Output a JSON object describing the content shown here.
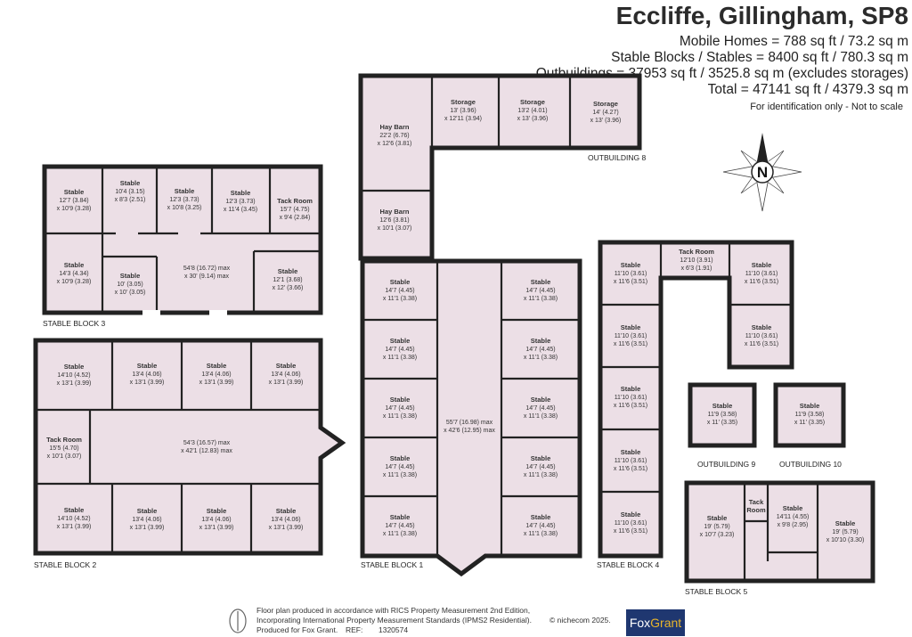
{
  "header": {
    "title": "Eccliffe, Gillingham, SP8",
    "line1": "Mobile Homes = 788 sq ft / 73.2 sq m",
    "line2": "Stable Blocks / Stables = 8400 sq ft / 780.3 sq m",
    "line3": "Outbuildings = 37953 sq ft / 3525.8 sq m (excludes storages)",
    "line4": "Total = 47141 sq ft / 4379.3 sq m",
    "note": "For identification only - Not to scale"
  },
  "compass": {
    "letter": "N"
  },
  "blocks": {
    "sb3": "STABLE BLOCK 3",
    "sb2": "STABLE BLOCK 2",
    "sb1": "STABLE BLOCK 1",
    "sb4": "STABLE BLOCK 4",
    "sb5": "STABLE BLOCK 5",
    "ob8": "OUTBUILDING 8",
    "ob9": "OUTBUILDING 9",
    "ob10": "OUTBUILDING 10"
  },
  "rooms": {
    "sb3": [
      {
        "n": "Stable",
        "d1": "12'7 (3.84)",
        "d2": "x 10'9 (3.28)"
      },
      {
        "n": "Stable",
        "d1": "10'4 (3.15)",
        "d2": "x 8'3 (2.51)"
      },
      {
        "n": "Stable",
        "d1": "12'3 (3.73)",
        "d2": "x 10'8 (3.25)"
      },
      {
        "n": "Stable",
        "d1": "12'3 (3.73)",
        "d2": "x 11'4 (3.45)"
      },
      {
        "n": "Tack Room",
        "d1": "15'7 (4.75)",
        "d2": "x 9'4 (2.84)"
      },
      {
        "n": "Stable",
        "d1": "14'3 (4.34)",
        "d2": "x 10'9 (3.28)"
      },
      {
        "n": "Stable",
        "d1": "10' (3.05)",
        "d2": "x 10' (3.05)"
      },
      {
        "n": "",
        "d1": "54'8 (16.72) max",
        "d2": "x 30' (9.14) max"
      },
      {
        "n": "Stable",
        "d1": "12'1 (3.68)",
        "d2": "x 12' (3.66)"
      }
    ],
    "sb2": [
      {
        "n": "Stable",
        "d1": "14'10 (4.52)",
        "d2": "x 13'1 (3.99)"
      },
      {
        "n": "Stable",
        "d1": "13'4 (4.06)",
        "d2": "x 13'1 (3.99)"
      },
      {
        "n": "Stable",
        "d1": "13'4 (4.06)",
        "d2": "x 13'1 (3.99)"
      },
      {
        "n": "Stable",
        "d1": "13'4 (4.06)",
        "d2": "x 13'1 (3.99)"
      },
      {
        "n": "Tack Room",
        "d1": "15'5 (4.70)",
        "d2": "x 10'1 (3.07)"
      },
      {
        "n": "",
        "d1": "54'3 (16.57) max",
        "d2": "x 42'1 (12.83) max"
      },
      {
        "n": "Stable",
        "d1": "14'10 (4.52)",
        "d2": "x 13'1 (3.99)"
      },
      {
        "n": "Stable",
        "d1": "13'4 (4.06)",
        "d2": "x 13'1 (3.99)"
      },
      {
        "n": "Stable",
        "d1": "13'4 (4.06)",
        "d2": "x 13'1 (3.99)"
      },
      {
        "n": "Stable",
        "d1": "13'4 (4.06)",
        "d2": "x 13'1 (3.99)"
      }
    ],
    "sb1": [
      {
        "n": "Stable",
        "d1": "14'7 (4.45)",
        "d2": "x 11'1 (3.38)"
      },
      {
        "n": "",
        "d1": "55'7 (16.98) max",
        "d2": "x 42'6 (12.95) max"
      }
    ],
    "ob8": [
      {
        "n": "Hay Barn",
        "d1": "22'2 (6.76)",
        "d2": "x 12'6 (3.81)"
      },
      {
        "n": "Hay Barn",
        "d1": "12'6 (3.81)",
        "d2": "x 10'1 (3.07)"
      },
      {
        "n": "Storage",
        "d1": "13' (3.96)",
        "d2": "x 12'11 (3.94)"
      },
      {
        "n": "Storage",
        "d1": "13'2 (4.01)",
        "d2": "x 13' (3.96)"
      },
      {
        "n": "Storage",
        "d1": "14' (4.27)",
        "d2": "x 13' (3.96)"
      }
    ],
    "sb4": [
      {
        "n": "Stable",
        "d1": "11'10 (3.61)",
        "d2": "x 11'6 (3.51)"
      },
      {
        "n": "Tack Room",
        "d1": "12'10 (3.91)",
        "d2": "x 6'3 (1.91)"
      }
    ],
    "ob9": {
      "n": "Stable",
      "d1": "11'9 (3.58)",
      "d2": "x 11' (3.35)"
    },
    "ob10": {
      "n": "Stable",
      "d1": "11'9 (3.58)",
      "d2": "x 11' (3.35)"
    },
    "sb5": [
      {
        "n": "Stable",
        "d1": "19' (5.79)",
        "d2": "x 10'7 (3.23)"
      },
      {
        "n": "Tack",
        "d1": "Room",
        "d2": ""
      },
      {
        "n": "Stable",
        "d1": "14'11 (4.55)",
        "d2": "x 9'8 (2.95)"
      },
      {
        "n": "Stable",
        "d1": "19' (5.79)",
        "d2": "x 10'10 (3.30)"
      }
    ]
  },
  "footer": {
    "line1": "Floor plan produced in accordance with RICS Property Measurement 2nd Edition,",
    "line2": "Incorporating International Property Measurement Standards (IPMS2 Residential).",
    "copyright": "© nichecom 2025.",
    "line3": "Produced for Fox Grant.",
    "ref_label": "REF:",
    "ref": "1320574",
    "brand_a": "Fox",
    "brand_b": "Grant"
  }
}
